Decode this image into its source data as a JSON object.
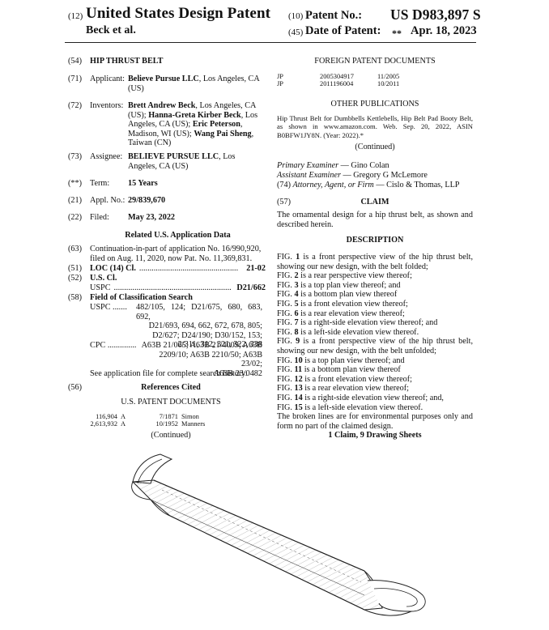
{
  "header": {
    "code12": "(12)",
    "patent_type": "United States Design Patent",
    "inventor_short": "Beck et al.",
    "code10": "(10)",
    "patent_no_label": "Patent No.:",
    "patent_no": "US D983,897 S",
    "code45": "(45)",
    "date_label": "Date of Patent:",
    "date_stars": "**",
    "date": "Apr. 18, 2023"
  },
  "left": {
    "title_code": "(54)",
    "title": "HIP THRUST BELT",
    "applicant_code": "(71)",
    "applicant_label": "Applicant:",
    "applicant_name": "Believe Pursue LLC",
    "applicant_loc1": ", Los Angeles, CA",
    "applicant_loc2": "(US)",
    "inventors_code": "(72)",
    "inventors_label": "Inventors:",
    "inv1_name": "Brett Andrew Beck",
    "inv1_loc": ", Los Angeles, CA",
    "inv2_pre": "(US); ",
    "inv2_name": "Hanna-Greta Kirber Beck",
    "inv2_loc": ", Los",
    "inv3_pre": "Angeles, CA (US); ",
    "inv3_name": "Eric Peterson",
    "inv3_post": ",",
    "inv4_pre": "Madison, WI (US); ",
    "inv4_name": "Wang Pai Sheng",
    "inv4_post": ",",
    "inv5": "Taiwan (CN)",
    "assignee_code": "(73)",
    "assignee_label": "Assignee:",
    "assignee_name": "BELIEVE PURSUE LLC",
    "assignee_loc1": ", Los",
    "assignee_loc2": "Angeles, CA (US)",
    "term_code": "(**)",
    "term_label": "Term:",
    "term_value": "15 Years",
    "appl_code": "(21)",
    "appl_label": "Appl. No.:",
    "appl_value": "29/839,670",
    "filed_code": "(22)",
    "filed_label": "Filed:",
    "filed_value": "May 23, 2022",
    "related_heading": "Related U.S. Application Data",
    "cont_code": "(63)",
    "cont_line1": "Continuation-in-part of application No. 16/990,920,",
    "cont_line2": "filed on Aug. 11, 2020, now Pat. No. 11,369,831.",
    "loc_code": "(51)",
    "loc_label": "LOC (14) Cl.",
    "loc_dots": "................................................",
    "loc_value": "21-02",
    "uscl_code": "(52)",
    "uscl_label": "U.S. Cl.",
    "uspc_label": "USPC",
    "uspc_dots": ".........................................................",
    "uspc_value": "D21/662",
    "field_code": "(58)",
    "field_label": "Field of Classification Search",
    "field_uspc_label": "USPC",
    "field_uspc_dots": ".......",
    "field_lines": [
      "482/105, 124; D21/675, 680, 683, 692,",
      "D21/693, 694, 662, 672, 678, 805;",
      "D2/627; D24/190; D30/152, 153;",
      "2/311, 312, 321, 322, 338"
    ],
    "cpc_label": "CPC",
    "cpc_dots": "..............",
    "cpc_lines": [
      "A63B 21/065; A63B 21/4009; A63B",
      "2209/10; A63B 2210/50; A63B 23/02;",
      "A63B 23/0482"
    ],
    "history": "See application file for complete search history.",
    "refs_code": "(56)",
    "refs_heading": "References Cited",
    "us_docs_heading": "U.S. PATENT DOCUMENTS",
    "us_docs": [
      {
        "no": "116,904",
        "kind": "A",
        "date": "7/1871",
        "name": "Simon"
      },
      {
        "no": "2,613,932",
        "kind": "A",
        "date": "10/1952",
        "name": "Manners"
      }
    ],
    "continued": "(Continued)"
  },
  "right": {
    "foreign_heading": "FOREIGN PATENT DOCUMENTS",
    "foreign_docs": [
      {
        "country": "JP",
        "no": "2005304917",
        "date": "11/2005"
      },
      {
        "country": "JP",
        "no": "2011196004",
        "date": "10/2011"
      }
    ],
    "other_heading": "OTHER PUBLICATIONS",
    "other_text": "Hip Thrust Belt for Dumbbells Kettlebells, Hip Belt Pad Booty Belt, as shown in www.amazon.com. Web. Sep. 20, 2022, ASIN B0BFW1JY8N. (Year: 2022).*",
    "continued": "(Continued)",
    "primary_label": "Primary Examiner",
    "primary_name": " — Gino Colan",
    "assistant_label": "Assistant Examiner",
    "assistant_name": " — Gregory G McLemore",
    "attorney_code": "(74)",
    "attorney_label": "Attorney, Agent, or Firm",
    "attorney_name": " — Cislo & Thomas, LLP",
    "claim_code": "(57)",
    "claim_heading": "CLAIM",
    "claim_text": "The ornamental design for a hip thrust belt, as shown and described herein.",
    "desc_heading": "DESCRIPTION",
    "desc": [
      {
        "pre": "FIG. ",
        "n": "1",
        "post": " is a front perspective view of the hip thrust belt, showing our new design, with the belt folded;"
      },
      {
        "pre": "FIG. ",
        "n": "2",
        "post": " is a rear perspective view thereof;"
      },
      {
        "pre": "FIG. ",
        "n": "3",
        "post": " is a top plan view thereof; and"
      },
      {
        "pre": "FIG. ",
        "n": "4",
        "post": " is a bottom plan view thereof"
      },
      {
        "pre": "FIG. ",
        "n": "5",
        "post": " is a front elevation view thereof;"
      },
      {
        "pre": "FIG. ",
        "n": "6",
        "post": " is a rear elevation view thereof;"
      },
      {
        "pre": "FIG. ",
        "n": "7",
        "post": " is a right-side elevation view thereof; and"
      },
      {
        "pre": "FIG. ",
        "n": "8",
        "post": " is a left-side elevation view thereof."
      },
      {
        "pre": "FIG. ",
        "n": "9",
        "post": " is a front perspective view of the hip thrust belt, showing our new design, with the belt unfolded;"
      },
      {
        "pre": "FIG. ",
        "n": "10",
        "post": " is a top plan view thereof; and"
      },
      {
        "pre": "FIG. ",
        "n": "11",
        "post": " is a bottom plan view thereof"
      },
      {
        "pre": "FIG. ",
        "n": "12",
        "post": " is a front elevation view thereof;"
      },
      {
        "pre": "FIG. ",
        "n": "13",
        "post": " is a rear elevation view thereof;"
      },
      {
        "pre": "FIG. ",
        "n": "14",
        "post": " is a right-side elevation view thereof; and,"
      },
      {
        "pre": "FIG. ",
        "n": "15",
        "post": " is a left-side elevation view thereof."
      }
    ],
    "broken_lines": "The broken lines are for environmental purposes only and form no part of the claimed design.",
    "claims_sheets": "1 Claim, 9 Drawing Sheets"
  }
}
